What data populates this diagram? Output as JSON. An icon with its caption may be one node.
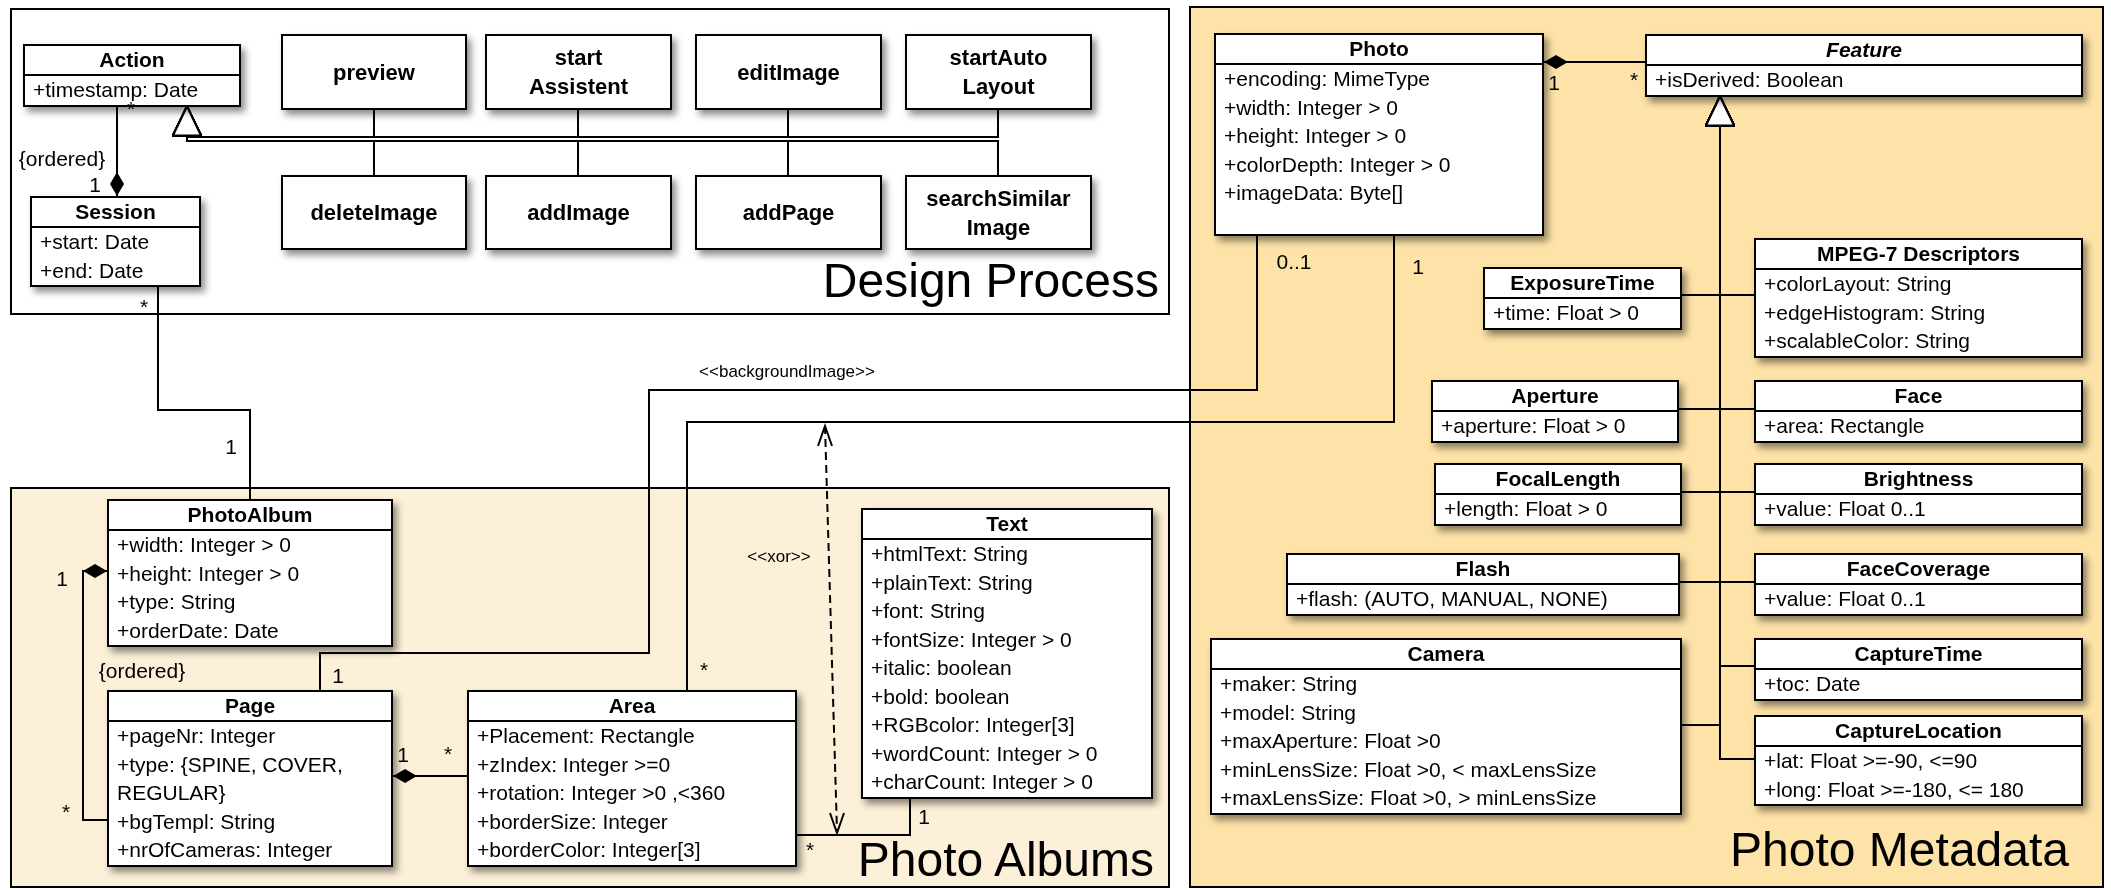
{
  "diagram": {
    "nodes": [
      {
        "text": [
          "Design Process"
        ]
      },
      {
        "text": [
          "Action",
          "+timestamp: Date"
        ],
        "in": 0
      },
      {
        "text": [
          "preview"
        ],
        "in": 0
      },
      {
        "text": [
          "start Assistent"
        ],
        "in": 0
      },
      {
        "text": [
          "editImage"
        ],
        "in": 0
      },
      {
        "text": [
          "startAuto Layout"
        ],
        "in": 0
      },
      {
        "text": [
          "Session",
          "+start: Date",
          "+end: Date"
        ],
        "in": 0
      },
      {
        "text": [
          "deleteImage"
        ],
        "in": 0
      },
      {
        "text": [
          "addImage"
        ],
        "in": 0
      },
      {
        "text": [
          "addPage"
        ],
        "in": 0
      },
      {
        "text": [
          "searchSimilar Image"
        ],
        "in": 0
      },
      {
        "text": [
          "Photo Albums"
        ]
      },
      {
        "text": [
          "PhotoAlbum",
          "+width: Integer > 0",
          "+height: Integer > 0",
          "+type: String",
          "+orderDate: Date"
        ],
        "in": 11
      },
      {
        "text": [
          "Text",
          "+htmlText: String",
          "+plainText: String",
          "+font: String",
          "+fontSize: Integer > 0",
          "+italic: boolean",
          "+bold: boolean",
          "+RGBcolor: Integer[3]",
          "+wordCount: Integer > 0",
          "+charCount: Integer > 0"
        ],
        "in": 11
      },
      {
        "text": [
          "Page",
          "+pageNr: Integer",
          "+type: {SPINE, COVER, REGULAR}",
          "+bgTempl: String",
          "+nrOfCameras: Integer"
        ],
        "in": 11
      },
      {
        "text": [
          "Area",
          "+Placement: Rectangle",
          "+zIndex: Integer >=0",
          "+rotation: Integer >0 ,<360",
          "+borderSize: Integer",
          "+borderColor: Integer[3]"
        ],
        "in": 11
      },
      {
        "text": [
          "Photo Metadata"
        ]
      },
      {
        "text": [
          "Photo",
          "+encoding: MimeType",
          "+width: Integer > 0",
          "+height: Integer > 0",
          "+colorDepth: Integer > 0",
          "+imageData: Byte[]"
        ],
        "in": 16
      },
      {
        "text": [
          "Feature",
          "+isDerived: Boolean"
        ],
        "in": 16
      },
      {
        "text": [
          "ExposureTime",
          "+time: Float > 0"
        ],
        "in": 16
      },
      {
        "text": [
          "MPEG-7 Descriptors",
          "+colorLayout: String",
          "+edgeHistogram: String",
          "+scalableColor: String"
        ],
        "in": 16
      },
      {
        "text": [
          "Aperture",
          "+aperture: Float > 0"
        ],
        "in": 16
      },
      {
        "text": [
          "Face",
          "+area: Rectangle"
        ],
        "in": 16
      },
      {
        "text": [
          "FocalLength",
          "+length: Float > 0"
        ],
        "in": 16
      },
      {
        "text": [
          "Brightness",
          "+value: Float 0..1"
        ],
        "in": 16
      },
      {
        "text": [
          "Flash",
          "+flash: (AUTO, MANUAL, NONE)"
        ],
        "in": 16
      },
      {
        "text": [
          "FaceCoverage",
          "+value: Float 0..1"
        ],
        "in": 16
      },
      {
        "text": [
          "Camera",
          "+maker: String",
          "+model: String",
          "+maxAperture: Float >0",
          "+minLensSize: Float >0, < maxLensSize",
          "+maxLensSize: Float >0, > minLensSize"
        ],
        "in": 16
      },
      {
        "text": [
          "CaptureTime",
          "+toc: Date"
        ],
        "in": 16
      },
      {
        "text": [
          "CaptureLocation",
          "+lat: Float >=-90, <=90",
          "+long: Float >=-180, <= 180"
        ],
        "in": 16
      }
    ],
    "edges": [
      {
        "from": 2,
        "to": 1,
        "arrow": "to"
      },
      {
        "from": 3,
        "to": 1,
        "arrow": "to"
      },
      {
        "from": 4,
        "to": 1,
        "arrow": "to"
      },
      {
        "from": 5,
        "to": 1,
        "arrow": "to"
      },
      {
        "from": 7,
        "to": 1,
        "arrow": "to"
      },
      {
        "from": 8,
        "to": 1,
        "arrow": "to"
      },
      {
        "from": 9,
        "to": 1,
        "arrow": "to"
      },
      {
        "from": 10,
        "to": 1,
        "arrow": "to"
      },
      {
        "from": 6,
        "to": 1,
        "arrow": "other",
        "label": "{ordered}"
      },
      {
        "from": 6,
        "to": 12,
        "arrow": "none"
      },
      {
        "from": 12,
        "to": 14,
        "arrow": "other",
        "label": "{ordered}"
      },
      {
        "from": 14,
        "to": 15,
        "arrow": "other"
      },
      {
        "from": 15,
        "to": 13,
        "arrow": "none"
      },
      {
        "from": 17,
        "to": 14,
        "arrow": "none",
        "label": "<<backgroundImage>>"
      },
      {
        "from": 17,
        "to": 15,
        "arrow": "none"
      },
      {
        "from": 17,
        "to": 18,
        "arrow": "other"
      },
      {
        "from": 19,
        "to": 18,
        "arrow": "to"
      },
      {
        "from": 20,
        "to": 18,
        "arrow": "to"
      },
      {
        "from": 21,
        "to": 18,
        "arrow": "to"
      },
      {
        "from": 22,
        "to": 18,
        "arrow": "to"
      },
      {
        "from": 23,
        "to": 18,
        "arrow": "to"
      },
      {
        "from": 24,
        "to": 18,
        "arrow": "to"
      },
      {
        "from": 25,
        "to": 18,
        "arrow": "to"
      },
      {
        "from": 26,
        "to": 18,
        "arrow": "to"
      },
      {
        "from": 27,
        "to": 18,
        "arrow": "to"
      },
      {
        "from": 28,
        "to": 18,
        "arrow": "to"
      },
      {
        "from": 29,
        "to": 18,
        "arrow": "to"
      }
    ],
    "labels": [
      "*",
      "1",
      "*",
      "1",
      "0..1",
      "1",
      "*",
      "1",
      "<<xor>>",
      "1",
      "*",
      "1",
      "*",
      "1",
      "*",
      "1",
      "*"
    ]
  }
}
